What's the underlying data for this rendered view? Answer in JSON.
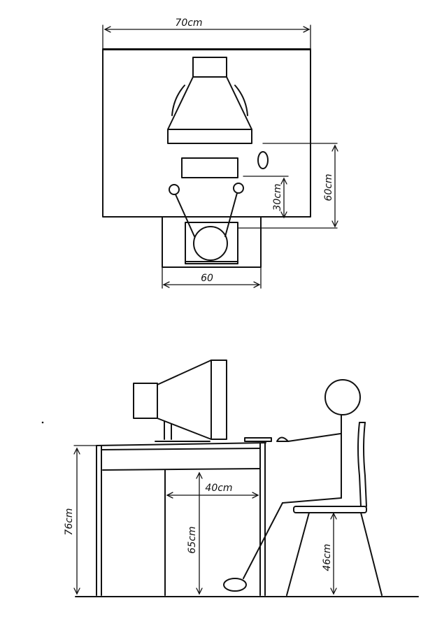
{
  "top_view": {
    "width_label": "70cm",
    "depth_label": "60cm",
    "reach_label": "30cm",
    "chair_width_label": "60"
  },
  "side_view": {
    "desk_height_label": "76cm",
    "legroom_height_label": "65cm",
    "legroom_width_label": "40cm",
    "seat_height_label": "46cm"
  }
}
